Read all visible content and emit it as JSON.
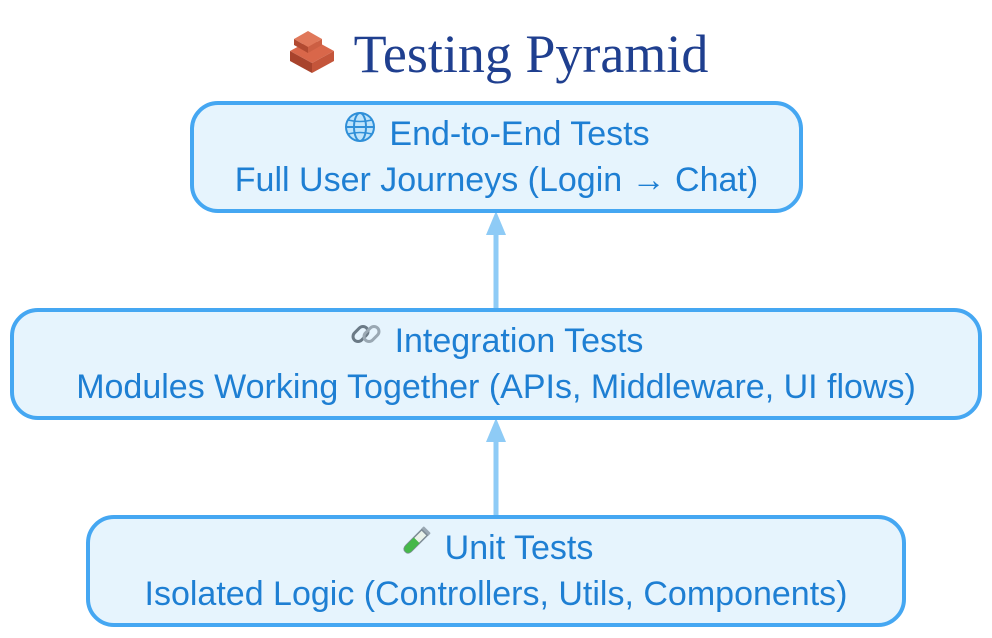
{
  "title": {
    "icon": "brick-icon",
    "text": "Testing Pyramid"
  },
  "nodes": {
    "e2e": {
      "icon": "globe-icon",
      "title": "End-to-End Tests",
      "subtitle": "Full User Journeys (Login → Chat)"
    },
    "integration": {
      "icon": "link-icon",
      "title": "Integration Tests",
      "subtitle": "Modules Working Together (APIs, Middleware, UI flows)"
    },
    "unit": {
      "icon": "test-tube-icon",
      "title": "Unit Tests",
      "subtitle": "Isolated Logic (Controllers, Utils, Components)"
    }
  },
  "edges": [
    {
      "from": "unit",
      "to": "integration"
    },
    {
      "from": "integration",
      "to": "e2e"
    }
  ],
  "colors": {
    "title": "#1f3f8f",
    "node_border": "#45a7f2",
    "node_fill": "#e6f4fd",
    "node_text": "#1e7fd3",
    "arrow": "#8ecbf6"
  }
}
